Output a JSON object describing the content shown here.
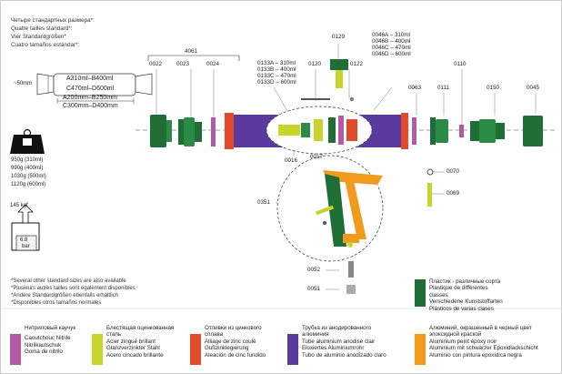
{
  "header": {
    "lines": [
      "Четыре стандартных размера*:",
      "Quatre tailles standard*:",
      "Vier Standardgrößen*",
      "Cuatro tamaños estándar*:"
    ]
  },
  "sizes": {
    "total_code": "4061",
    "diameter": "~50mm",
    "cap_top": "A310ml–B400ml",
    "cap_bottom": "C470ml–D600ml",
    "len_top": "A200mm–B250mm",
    "len_bottom": "C300mm–D400mm"
  },
  "weights": [
    "950g (310ml)",
    "990g (400ml)",
    "1030g (500ml)",
    "1120g (600ml)"
  ],
  "force": {
    "kgf": "145 kgf",
    "bar_value": "6.8",
    "bar_unit": "bar"
  },
  "parts": {
    "p0022": "0022",
    "p0023": "0023",
    "p0024": "0024",
    "p0133": [
      "0133A – 310ml",
      "0133B – 400ml",
      "0133C – 470ml",
      "0133D – 600ml"
    ],
    "p0120": "0120",
    "p0129": "0129",
    "p0122": "0122",
    "p0046": [
      "0046A – 310ml",
      "0046B – 400ml",
      "0046C – 470ml",
      "0046D – 600ml"
    ],
    "p0063": "0063",
    "p0111": "0111",
    "p0110": "0110",
    "p0150": "0150",
    "p0045": "0045",
    "p0016": "0016",
    "p0017": "0017",
    "p0070": "0070",
    "p0069": "0069",
    "p0351": "0351",
    "p0052": "0052",
    "p0051": "0051"
  },
  "notes": [
    "*Several other standard sizes are also available",
    "*Plusieurs autres tailles sont également disponibles",
    "*Andere Standardgrößen ebenfalls erhältlich",
    "*Disponibles otros tamaños normales"
  ],
  "legend": [
    {
      "color": "#b05aa8",
      "lines": [
        "Нитриловый каучук",
        "Caoutchouc Nitrile",
        "Nitrilkautschuk",
        "Goma de nitrilo"
      ]
    },
    {
      "color": "#c7d42a",
      "lines": [
        "Блестящая оцинкованная",
        "сталь",
        "Acier zingué brillant",
        "Glanzverzinkter Stahl",
        "Acero cincado brillante"
      ]
    },
    {
      "color": "#e24a2a",
      "lines": [
        "Отливки из цинкового",
        "сплава",
        "Alliage de zinc coulé",
        "Gußzinklegierung",
        "Aleación de cinc fundido"
      ]
    },
    {
      "color": "#5a3a9e",
      "lines": [
        "Трубка из анодированного",
        "алюминия",
        "Tube aluminium anodisé clair",
        "Eloxiertes Aluminiumrohr",
        "Tubo de aluminio anodizado claro"
      ]
    },
    {
      "color": "#f09a1e",
      "lines": [
        "Алюминий, окрашенный в черный цвет",
        "эпоксидной краской",
        "Aluminium peint époxy noir",
        "Aluminium mit schwarzer Epoxidlackschicht",
        "Aluminio con pintura epoxídica negra"
      ]
    },
    {
      "color": "#1f6e35",
      "lines": [
        "Пластик - различные сорта",
        "Plastique de différentes",
        "classes",
        "Verschiedene Kunststoffarten",
        "Plásticos de varias clases"
      ]
    }
  ]
}
